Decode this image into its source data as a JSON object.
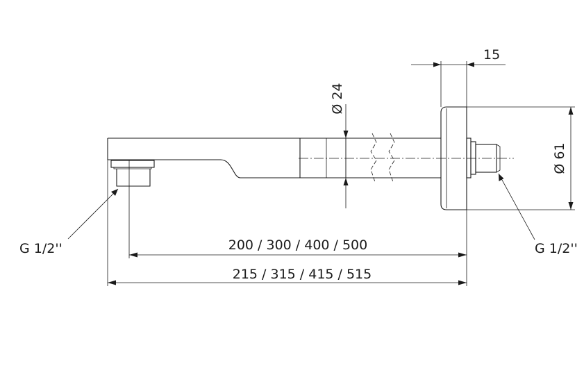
{
  "labels": {
    "flange_thickness": "15",
    "pipe_diameter": "Ø 24",
    "flange_diameter": "Ø 61",
    "thread_left": "G 1/2''",
    "thread_right": "G 1/2''",
    "length_inner": "200 / 300 / 400 / 500",
    "length_total": "215 / 315 / 415 / 515"
  }
}
